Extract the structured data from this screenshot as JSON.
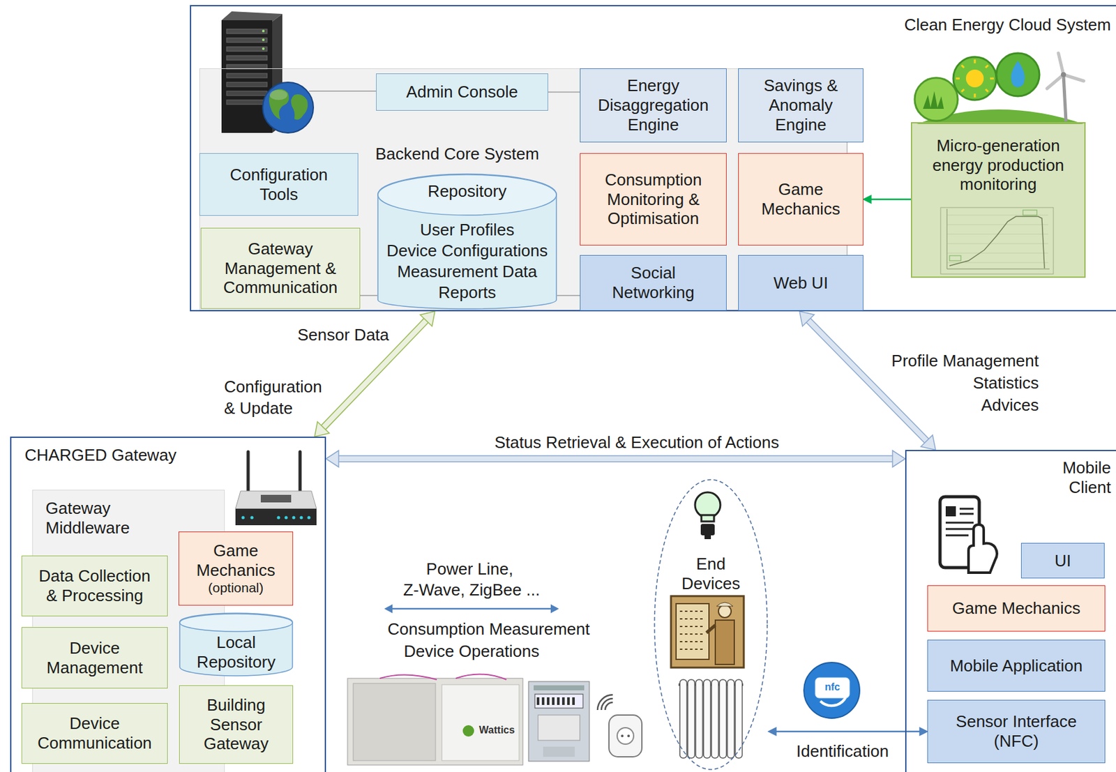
{
  "diagram": {
    "nodes": [
      {
        "text": [
          "Clean Energy Cloud System"
        ]
      },
      {
        "text": [
          "Backend Core System"
        ],
        "in": 0
      },
      {
        "text": [
          "Admin Console"
        ],
        "in": 1
      },
      {
        "text": [
          "Configuration Tools"
        ],
        "in": 1
      },
      {
        "text": [
          "Gateway Management & Communication"
        ],
        "in": 1
      },
      {
        "text": [
          "Repository",
          "User Profiles",
          "Device Configurations",
          "Measurement Data",
          "Reports"
        ],
        "in": 1
      },
      {
        "text": [
          "Energy Disaggregation Engine"
        ],
        "in": 1
      },
      {
        "text": [
          "Savings & Anomaly Engine"
        ],
        "in": 1
      },
      {
        "text": [
          "Consumption Monitoring & Optimisation"
        ],
        "in": 1
      },
      {
        "text": [
          "Game Mechanics"
        ],
        "in": 1
      },
      {
        "text": [
          "Social Networking"
        ],
        "in": 1
      },
      {
        "text": [
          "Web UI"
        ],
        "in": 1
      },
      {
        "text": [
          "Micro-generation energy production monitoring"
        ],
        "in": 0
      },
      {
        "text": [
          "CHARGED Gateway"
        ]
      },
      {
        "text": [
          "Gateway Middleware"
        ],
        "in": 13
      },
      {
        "text": [
          "Game Mechanics",
          "(optional)"
        ],
        "in": 14
      },
      {
        "text": [
          "Data Collection & Processing"
        ],
        "in": 14
      },
      {
        "text": [
          "Local Repository"
        ],
        "in": 14
      },
      {
        "text": [
          "Device Management"
        ],
        "in": 14
      },
      {
        "text": [
          "Building Sensor Gateway"
        ],
        "in": 14
      },
      {
        "text": [
          "Device Communication"
        ],
        "in": 14
      },
      {
        "text": [
          "End Devices"
        ]
      },
      {
        "text": [
          "Mobile Client"
        ]
      },
      {
        "text": [
          "UI"
        ],
        "in": 22
      },
      {
        "text": [
          "Game Mechanics"
        ],
        "in": 22
      },
      {
        "text": [
          "Mobile Application"
        ],
        "in": 22
      },
      {
        "text": [
          "Sensor Interface (NFC)"
        ],
        "in": 22
      }
    ],
    "edges": [
      {
        "from": 12,
        "to": 9,
        "arrow": "to"
      },
      {
        "from": 2,
        "to": 6,
        "arrow": "none"
      },
      {
        "from": 4,
        "to": 5,
        "arrow": "none"
      },
      {
        "from": 5,
        "to": 10,
        "arrow": "none"
      },
      {
        "from": 7,
        "to": 9,
        "arrow": "none"
      },
      {
        "from": 9,
        "to": 11,
        "arrow": "none"
      },
      {
        "from": 13,
        "to": 0,
        "arrow": "both"
      },
      {
        "from": 22,
        "to": 0,
        "arrow": "both"
      },
      {
        "from": 13,
        "to": 22,
        "label": "Status Retrieval & Execution of Actions",
        "arrow": "both"
      },
      {
        "from": 21,
        "to": 26,
        "label": "Identification",
        "arrow": "both"
      }
    ],
    "labels": [
      "Sensor Data",
      "Configuration",
      "& Update",
      "Profile Management",
      "Statistics",
      "Advices",
      "Power Line,",
      "Z-Wave, ZigBee ...",
      "Consumption Measurement",
      "Device Operations",
      "Wattics",
      "nfc"
    ]
  }
}
